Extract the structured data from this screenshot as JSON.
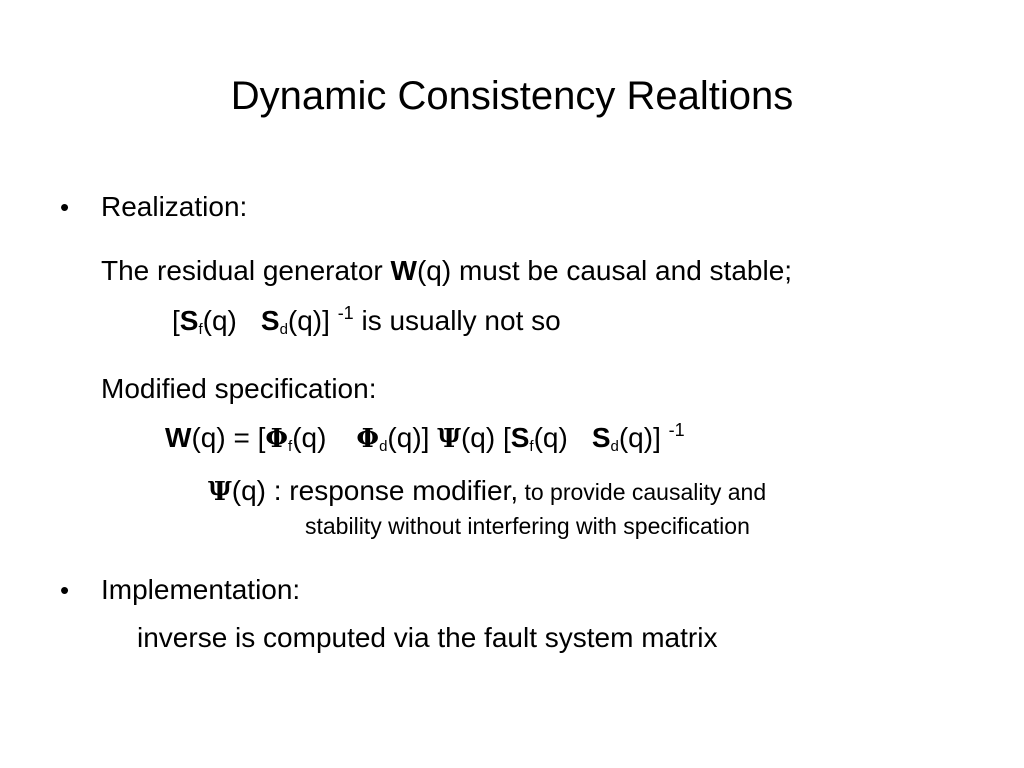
{
  "title": "Dynamic Consistency Realtions",
  "bullet_char": "•",
  "realization": {
    "heading": "Realization:",
    "gen_pre": "The residual generator ",
    "W": "W",
    "gen_post": "(q) must be causal and stable;",
    "inv_open": "[",
    "S": "S",
    "sub_f": "f",
    "q": "(q)",
    "sub_d": "d",
    "q_close": "(q)]",
    "minus_one": "-1",
    "inv_tail": " is usually not so"
  },
  "modified": {
    "heading": "Modified specification:",
    "W": "W",
    "eq_pre": "(q) = [",
    "phi": "Φ",
    "sub_f": "f",
    "q": "(q)",
    "sub_d": "d",
    "q_close": "(q)]",
    "psi": "Ψ",
    "q_psi": "(q) [",
    "S": "S",
    "minus_one": "-1",
    "psi_desc": "(q) : response modifier,",
    "psi_desc_small": " to provide causality and",
    "psi_desc_line2": "stability without interfering with specification"
  },
  "implementation": {
    "heading": "Implementation:",
    "text": "inverse is computed via the fault system matrix"
  }
}
